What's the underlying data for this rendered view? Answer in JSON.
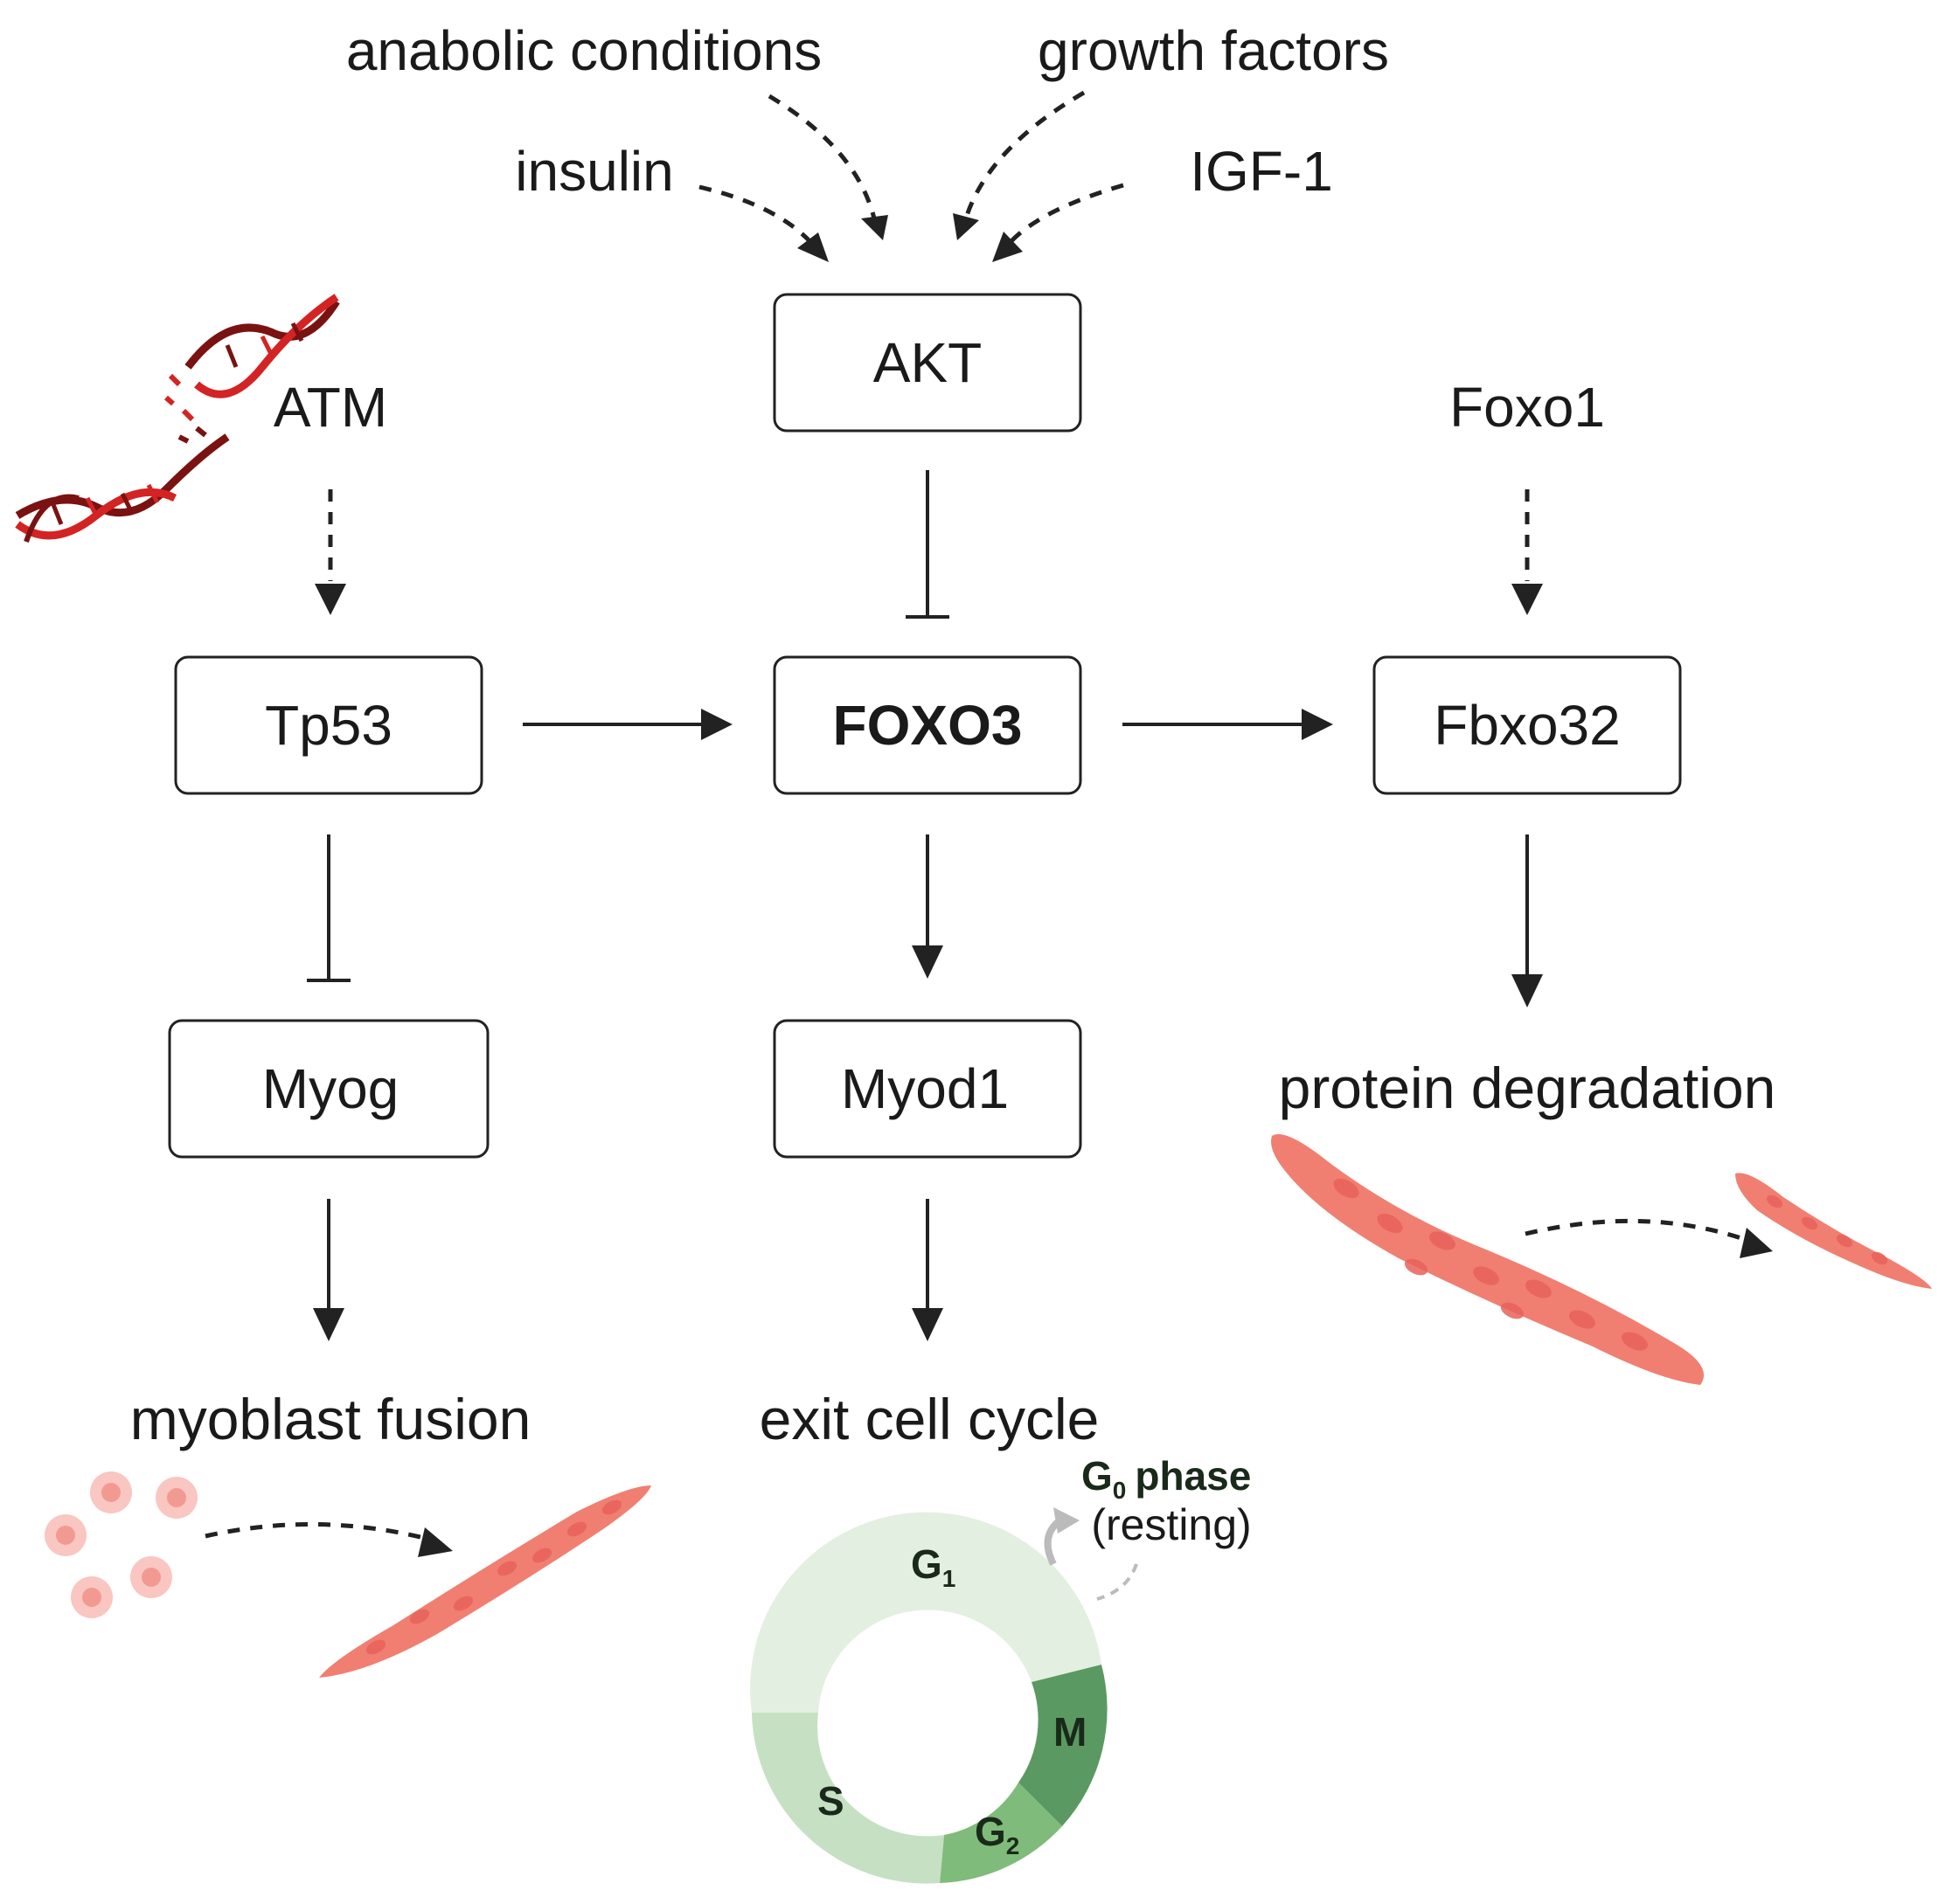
{
  "inputs": {
    "anabolic": "anabolic conditions",
    "growth": "growth factors",
    "insulin": "insulin",
    "igf": "IGF-1"
  },
  "nodes": {
    "akt": "AKT",
    "atm": "ATM",
    "foxo1": "Foxo1",
    "tp53": "Tp53",
    "foxo3": "FOXO3",
    "fbxo32": "Fbxo32",
    "myog": "Myog",
    "myod1": "Myod1"
  },
  "outcomes": {
    "fusion": "myoblast fusion",
    "exit": "exit cell cycle",
    "degradation": "protein degradation"
  },
  "cell_cycle": {
    "g0_letter": "G",
    "g0_sub": "0",
    "g0_word": "phase",
    "resting": "(resting)",
    "g1_letter": "G",
    "g1_sub": "1",
    "m": "M",
    "g2_letter": "G",
    "g2_sub": "2",
    "s": "S"
  },
  "colors": {
    "muscle": "#f07f72",
    "dna_red": "#d42323",
    "dna_dark": "#7a1212",
    "g1": "#e3efe0",
    "s": "#c6e0c4",
    "g2": "#7fbb7a",
    "m": "#5b9962"
  }
}
